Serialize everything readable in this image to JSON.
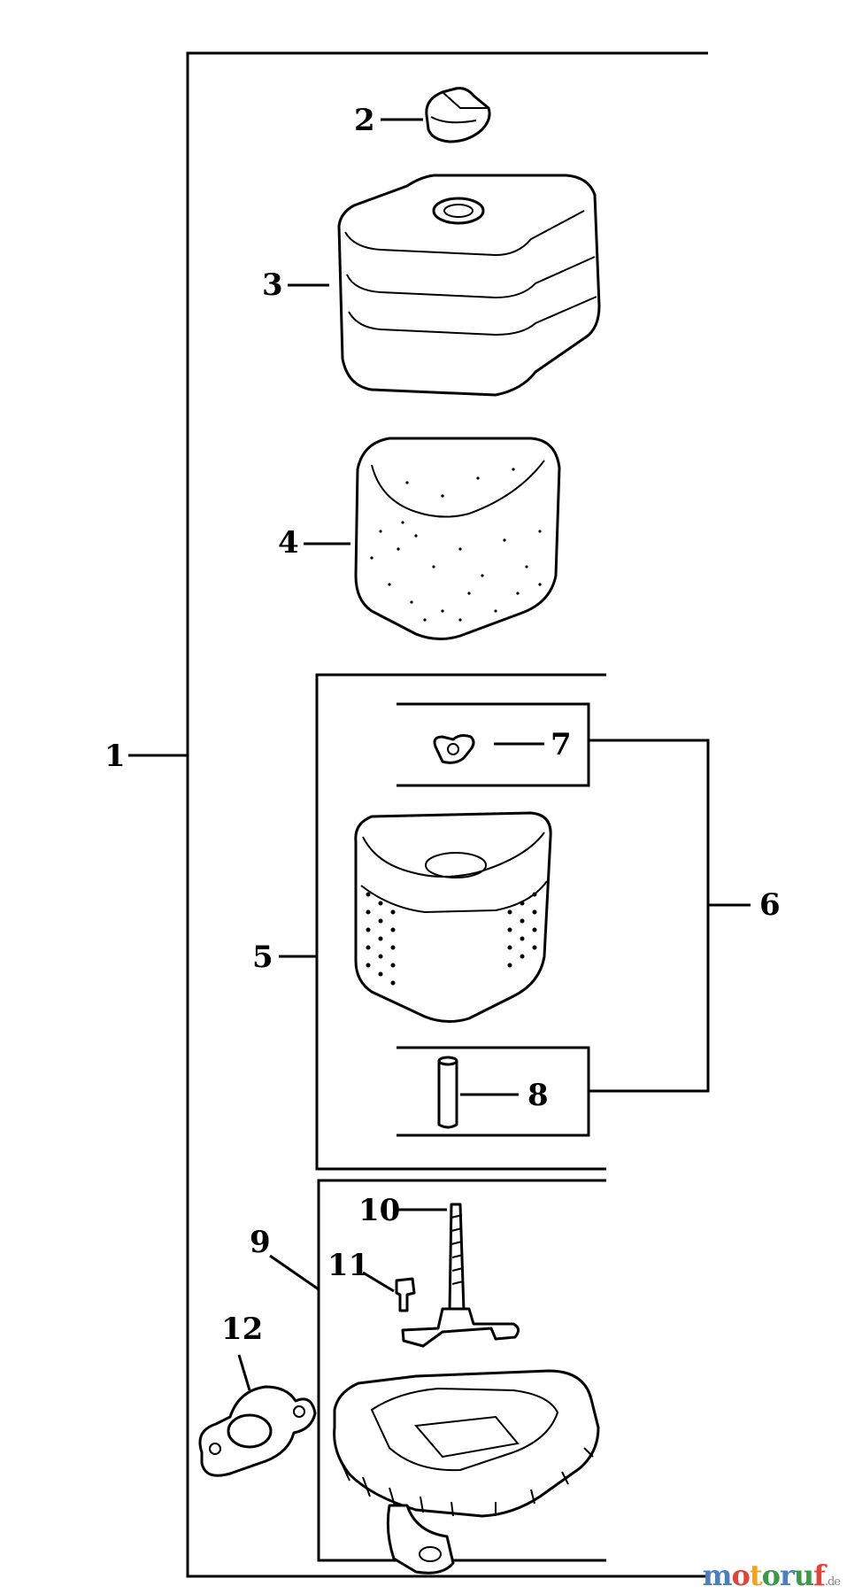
{
  "callouts": {
    "c1": "1",
    "c2": "2",
    "c3": "3",
    "c4": "4",
    "c5": "5",
    "c6": "6",
    "c7": "7",
    "c8": "8",
    "c9": "9",
    "c10": "10",
    "c11": "11",
    "c12": "12"
  },
  "watermark": {
    "letters": [
      "m",
      "o",
      "t",
      "o",
      "r",
      "u",
      "f"
    ],
    "letter_colors": [
      "#4a7fc0",
      "#e0443a",
      "#f2a21d",
      "#3a9a48",
      "#4a7fc0",
      "#3a9a48",
      "#e0443a"
    ],
    "suffix": ".de"
  }
}
